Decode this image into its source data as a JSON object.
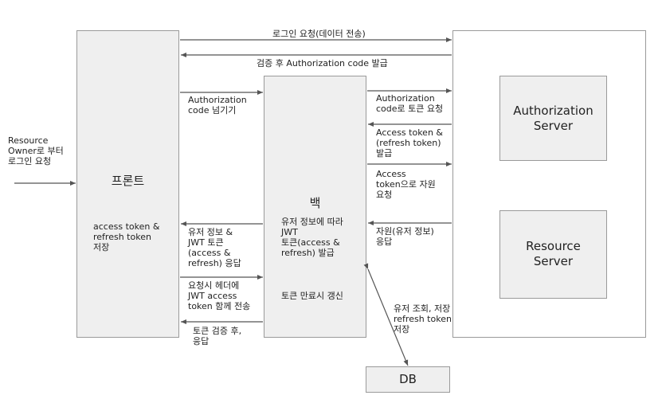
{
  "nodes": {
    "front": {
      "label": "프론트",
      "note": "access token &\nrefresh token\n저장"
    },
    "back": {
      "label": "백",
      "note1": "유저 정보에 따라\nJWT\n토큰(access &\nrefresh) 발급",
      "note2": "토큰 만료시 갱신"
    },
    "auth_server": {
      "label": "Authorization\nServer"
    },
    "resource_server": {
      "label": "Resource\nServer"
    },
    "db": {
      "label": "DB"
    }
  },
  "edges": {
    "owner_request": "Resource\nOwner로 부터\n로그인 요청",
    "login_request": "로그인 요청(데이터 전송)",
    "issue_code": "검증 후 Authorization code 발급",
    "pass_code": "Authorization\ncode 넘기기",
    "code_to_token": "Authorization\ncode로 토큰 요청",
    "token_issue": "Access token &\n(refresh token)\n발급",
    "resource_request": "Access\ntoken으로 자원\n요청",
    "resource_response": "자원(유저 정보)\n응답",
    "jwt_response": "유저 정보 &\nJWT 토큰\n(access &\nrefresh) 응답",
    "request_with_token": "요청시 헤더에\nJWT access\ntoken 함께 전송",
    "verify_response": "토큰 검증 후,\n응답",
    "db_access": "유저 조회, 저장\nrefresh token\n저장"
  },
  "colors": {
    "box_fill": "#efefef",
    "border": "#9a9a9a",
    "arrow": "#555555"
  }
}
